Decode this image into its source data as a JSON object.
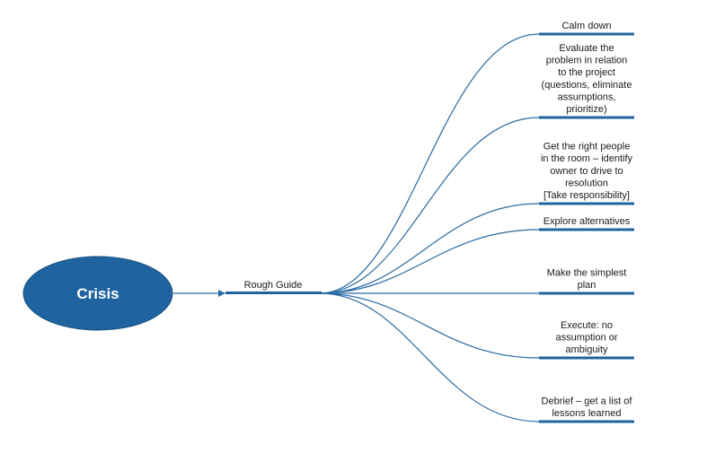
{
  "diagram": {
    "root": {
      "label": "Crisis"
    },
    "mid": {
      "label": "Rough Guide"
    },
    "branches": [
      {
        "label_lines": [
          "Calm down"
        ]
      },
      {
        "label_lines": [
          "Evaluate the",
          "problem in relation",
          "to the project",
          "(questions, eliminate",
          "assumptions,",
          "prioritize)"
        ]
      },
      {
        "label_lines": [
          "Get the right people",
          "in the room – identify",
          "owner to drive to",
          "resolution",
          "[Take responsibility]"
        ]
      },
      {
        "label_lines": [
          "Explore alternatives"
        ]
      },
      {
        "label_lines": [
          "Make the simplest",
          "plan"
        ]
      },
      {
        "label_lines": [
          "Execute: no",
          "assumption or",
          "ambiguity"
        ]
      },
      {
        "label_lines": [
          "Debrief – get a list of",
          "lessons learned"
        ]
      }
    ]
  },
  "colors": {
    "root_fill": "#1f64a0",
    "root_stroke": "#17507f",
    "line": "#2a6aa3",
    "bar": "#1f64a0",
    "text": "#1a1a1a",
    "root_text": "#ffffff"
  }
}
